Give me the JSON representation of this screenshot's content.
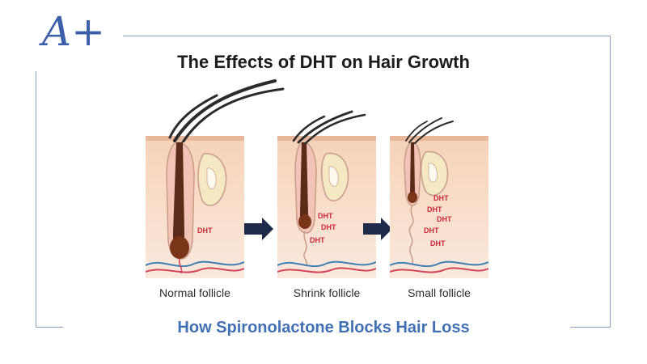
{
  "brand": {
    "logo_text": "A+"
  },
  "diagram": {
    "title": "The Effects of DHT on Hair Growth",
    "hormone_label": "DHT",
    "panels": [
      {
        "label": "Normal follicle"
      },
      {
        "label": "Shrink follicle"
      },
      {
        "label": "Small follicle"
      }
    ]
  },
  "caption": "How Spironolactone Blocks Hair Loss",
  "colors": {
    "accent": "#4270b4",
    "frame": "#8aa0c4",
    "dht_text": "#c8283c",
    "arrow": "#1f2a4a",
    "skin_top": "#f6d2b8",
    "skin_bottom": "#fbe9dd"
  }
}
